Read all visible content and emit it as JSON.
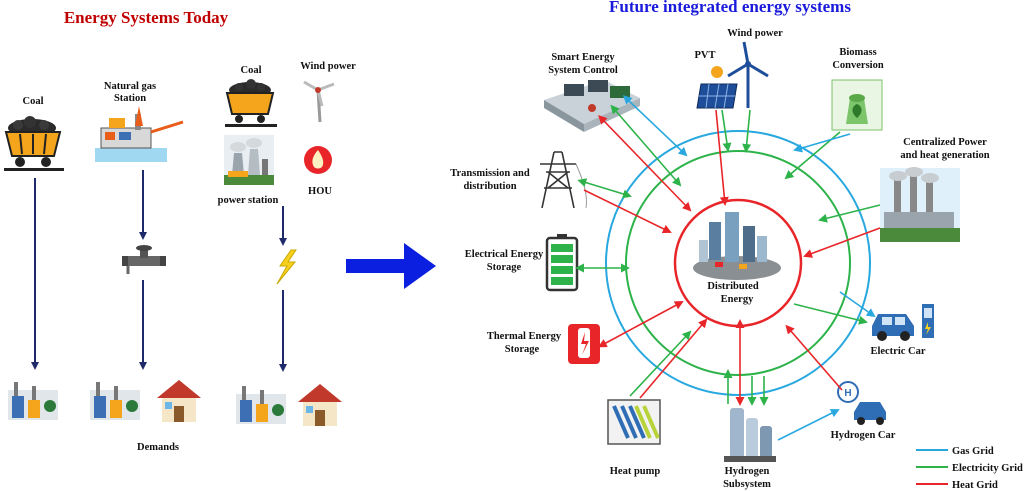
{
  "left": {
    "title": "Energy Systems Today",
    "title_color": "#c00000",
    "coal_left": "Coal",
    "natural_gas_line1": "Natural gas",
    "natural_gas_line2": "Station",
    "coal_right": "Coal",
    "wind_power": "Wind power",
    "power_station": "power station",
    "hou": "HOU",
    "demands": "Demands"
  },
  "right": {
    "title": "Future integrated energy systems",
    "title_color": "#1a1adc",
    "center_line1": "Distributed",
    "center_line2": "Energy",
    "smart_line1": "Smart Energy",
    "smart_line2": "System Control",
    "pvt": "PVT",
    "wind_power": "Wind power",
    "biomass_line1": "Biomass",
    "biomass_line2": "Conversion",
    "centralized_line1": "Centralized Power",
    "centralized_line2": "and heat generation",
    "transmission_line1": "Transmission and",
    "transmission_line2": "distribution",
    "electrical_line1": "Electrical Energy",
    "electrical_line2": "Storage",
    "thermal_line1": "Thermal Energy",
    "thermal_line2": "Storage",
    "electric_car": "Electric Car",
    "heat_pump": "Heat pump",
    "hydrogen_line1": "Hydrogen",
    "hydrogen_line2": "Subsystem",
    "hydrogen_car": "Hydrogen Car"
  },
  "legend": [
    {
      "label": "Gas Grid",
      "color": "#29a8e0"
    },
    {
      "label": "Electricity Grid",
      "color": "#2db34a"
    },
    {
      "label": "Heat Grid",
      "color": "#e8262a"
    }
  ],
  "colors": {
    "arrow_dark": "#1f2a6b",
    "big_arrow": "#0b1fe0",
    "gas": "#29a8e0",
    "electricity": "#2db34a",
    "heat": "#e8262a"
  }
}
